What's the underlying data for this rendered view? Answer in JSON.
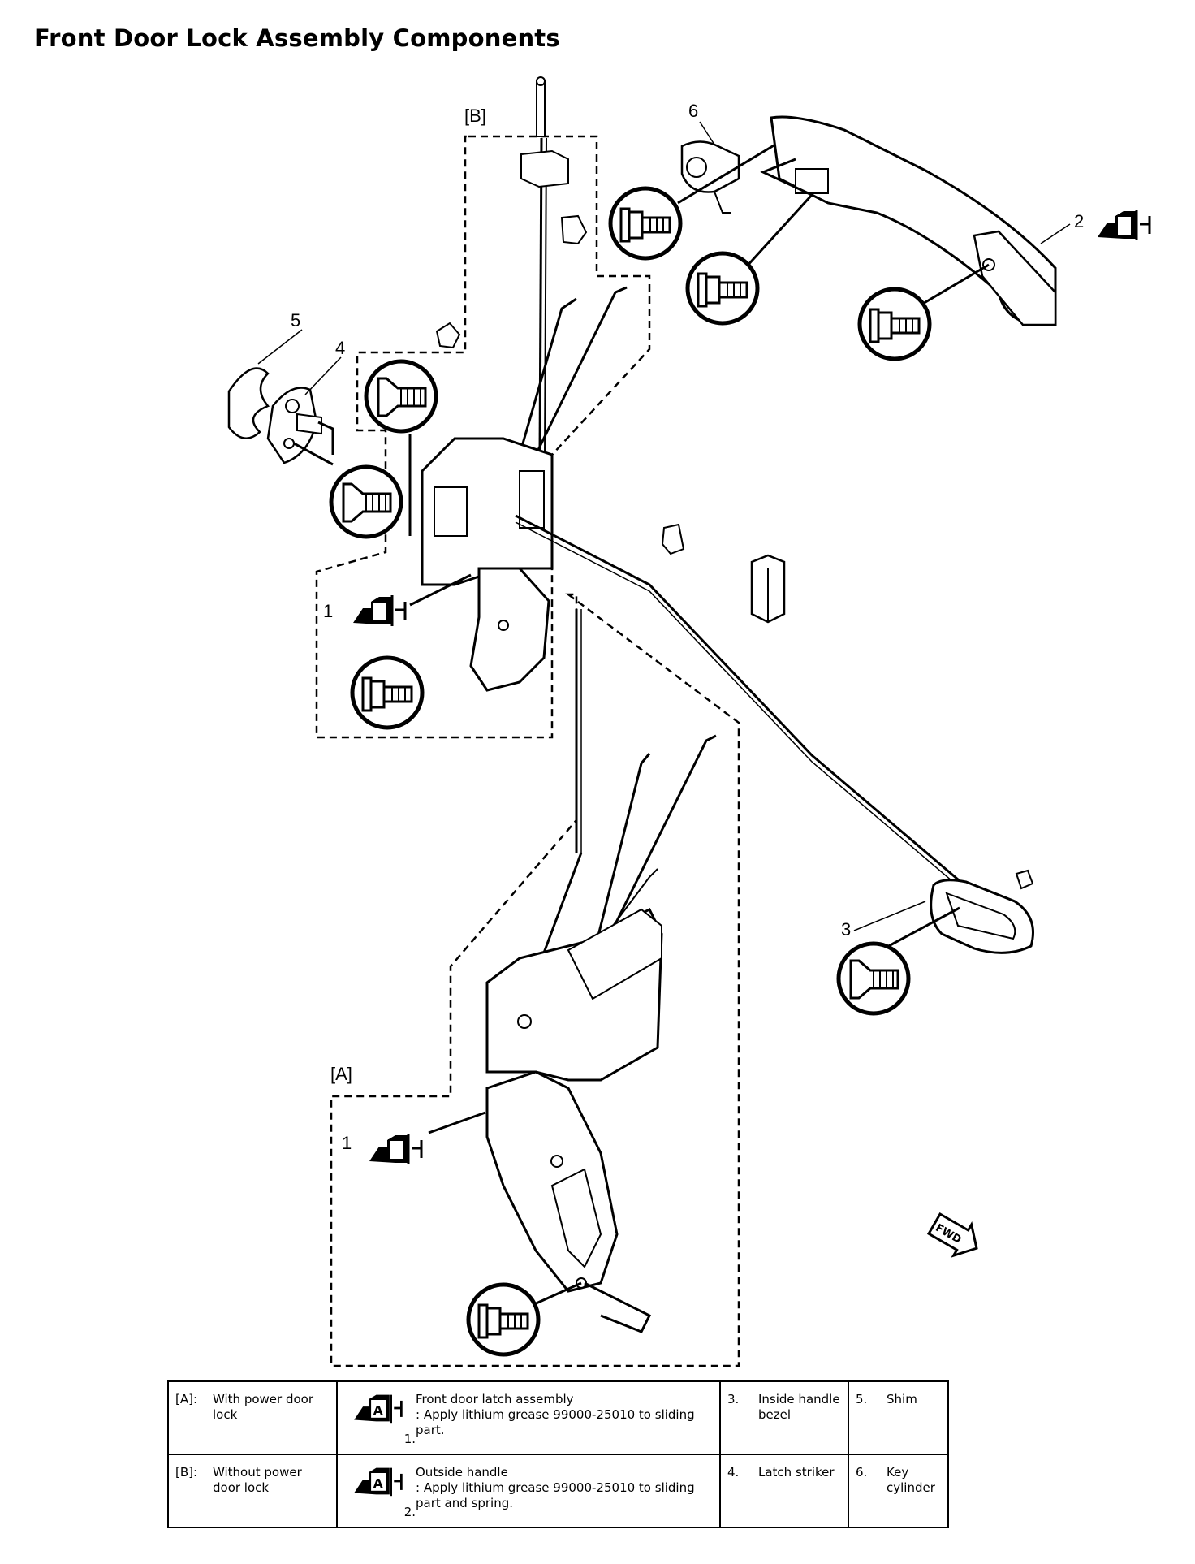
{
  "title": "Front Door Lock Assembly Components",
  "labels": {
    "B": "[B]",
    "A": "[A]",
    "n1a": "1",
    "n1b": "1",
    "n2": "2",
    "n3": "3",
    "n4": "4",
    "n5": "5",
    "n6": "6"
  },
  "icon_letter": "A",
  "fwd_text": "FWD",
  "legend": {
    "rows": [
      {
        "key": "[A]:",
        "variant": "With power door lock",
        "icon_num": "1.",
        "part": "Front door latch assembly",
        "note": ": Apply lithium grease 99000-25010 to sliding part.",
        "n3": "3.",
        "p3": "Inside handle bezel",
        "n5": "5.",
        "p5": "Shim"
      },
      {
        "key": "[B]:",
        "variant": "Without power door lock",
        "icon_num": "2.",
        "part": "Outside handle",
        "note": ": Apply lithium grease 99000-25010 to sliding part and spring.",
        "n3": "4.",
        "p3": "Latch striker",
        "n5": "6.",
        "p5": "Key cylinder"
      }
    ]
  }
}
